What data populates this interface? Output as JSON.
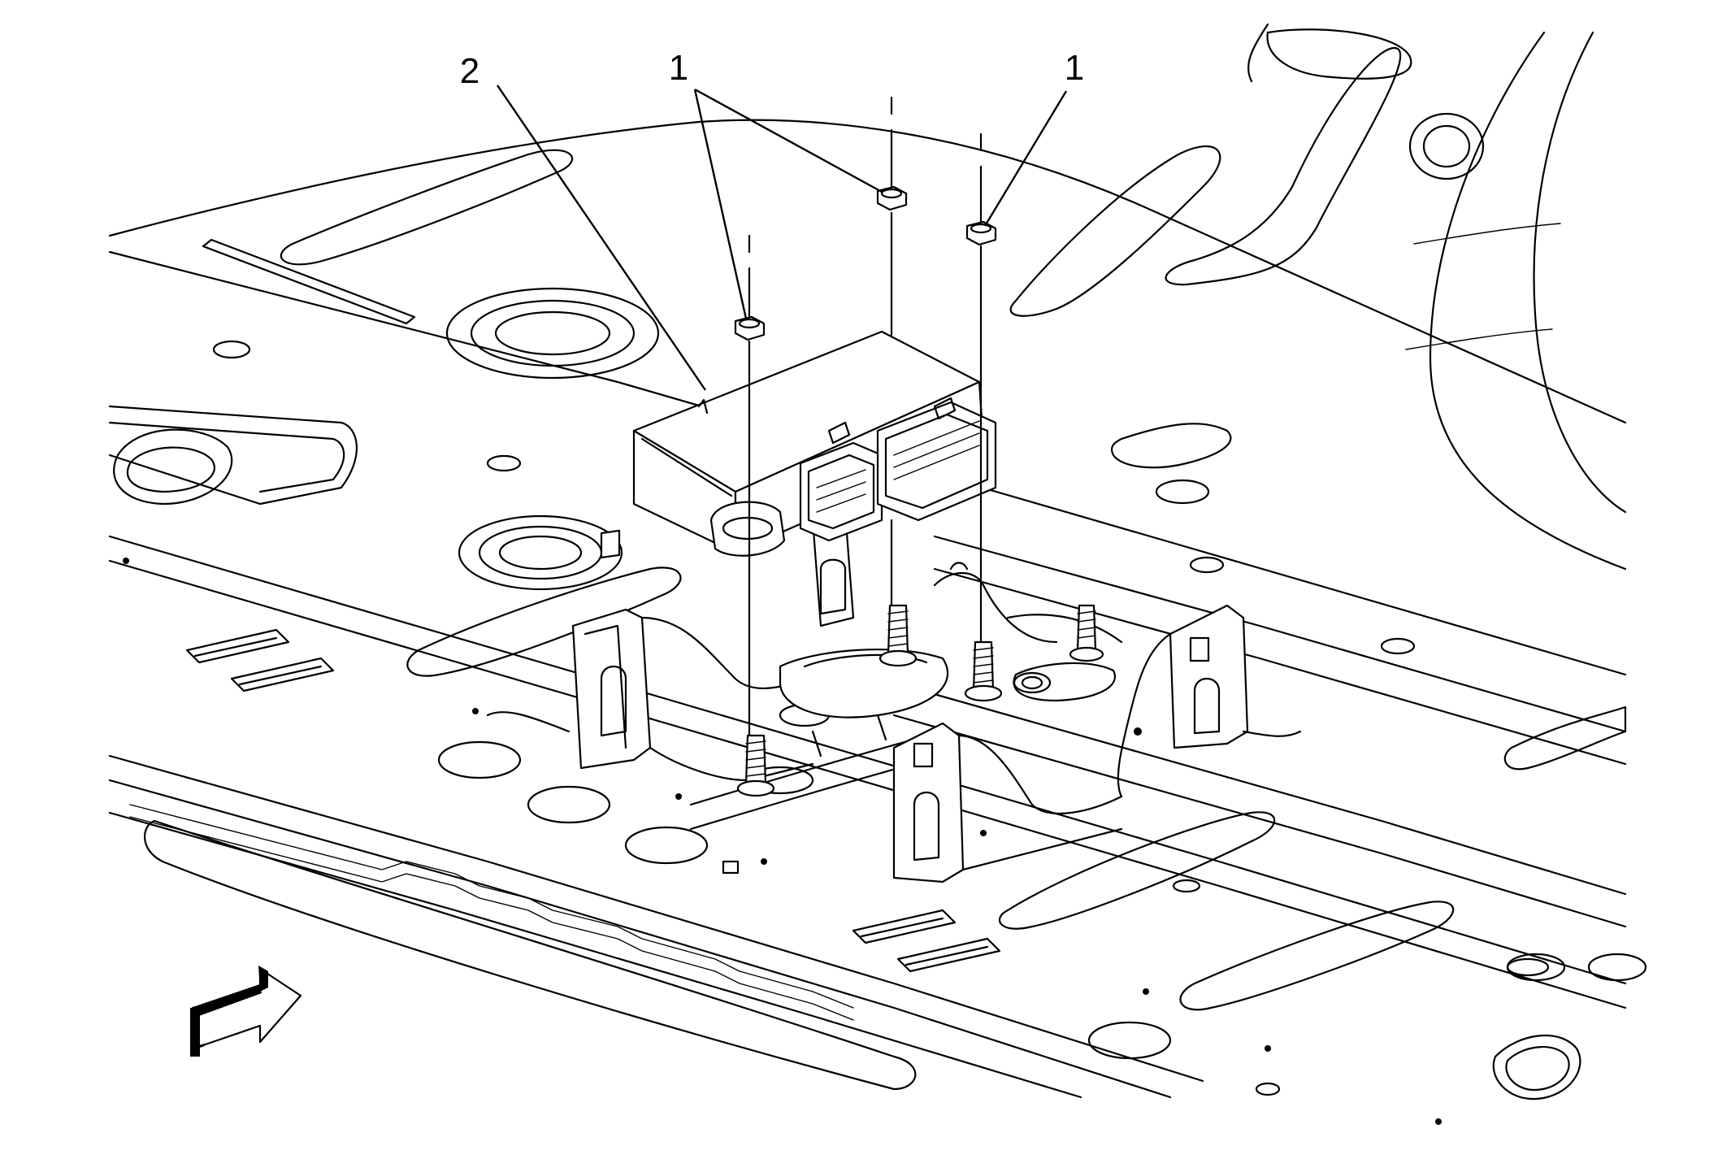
{
  "diagram": {
    "callouts": [
      {
        "id": "callout-2",
        "label": "2",
        "target": "control-module"
      },
      {
        "id": "callout-1-left",
        "label": "1",
        "target": "nuts"
      },
      {
        "id": "callout-1-right",
        "label": "1",
        "target": "nut-right"
      }
    ],
    "parts": [
      "control-module",
      "nut-left",
      "nut-middle",
      "nut-right",
      "stud-left",
      "stud-middle",
      "stud-right",
      "mounting-bracket",
      "floor-panel"
    ],
    "icons": {
      "direction": "forward-arrow-icon"
    },
    "colors": {
      "line": "#000000",
      "background": "#ffffff"
    }
  }
}
